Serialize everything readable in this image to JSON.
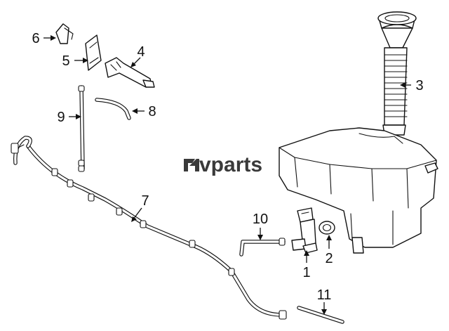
{
  "watermark": {
    "text": "vparts"
  },
  "callouts": {
    "c1": "1",
    "c2": "2",
    "c3": "3",
    "c4": "4",
    "c5": "5",
    "c6": "6",
    "c7": "7",
    "c8": "8",
    "c9": "9",
    "c10": "10",
    "c11": "11"
  },
  "colors": {
    "line": "#111111",
    "background": "#ffffff",
    "watermark": "#3a3a3a"
  }
}
